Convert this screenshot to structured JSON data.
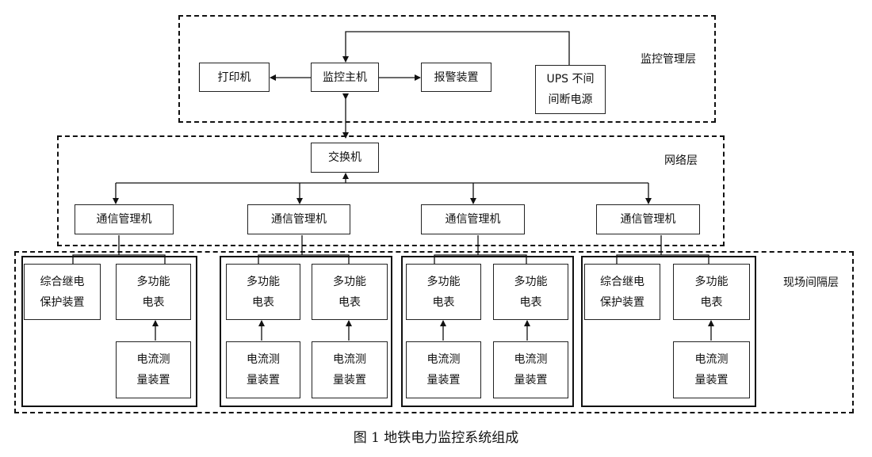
{
  "layers": {
    "monitoring": "监控管理层",
    "network": "网络层",
    "field": "现场间隔层"
  },
  "monitoring_layer": {
    "printer": "打印机",
    "host": "监控主机",
    "alarm": "报警装置",
    "ups": "UPS 不间\n间断电源"
  },
  "network_layer": {
    "switch": "交换机",
    "comm_managers": [
      "通信管理机",
      "通信管理机",
      "通信管理机",
      "通信管理机"
    ]
  },
  "field_layer": {
    "groups": [
      {
        "top_boxes": [
          "综合继电\n保护装置",
          "多功能\n电表"
        ],
        "bottom_boxes": [
          "",
          "电流测\n量装置"
        ]
      },
      {
        "top_boxes": [
          "多功能\n电表",
          "多功能\n电表"
        ],
        "bottom_boxes": [
          "电流测\n量装置",
          "电流测\n量装置"
        ]
      },
      {
        "top_boxes": [
          "多功能\n电表",
          "多功能\n电表"
        ],
        "bottom_boxes": [
          "电流测\n量装置",
          "电流测\n量装置"
        ]
      },
      {
        "top_boxes": [
          "综合继电\n保护装置",
          "多功能\n电表"
        ],
        "bottom_boxes": [
          "",
          "电流测\n量装置"
        ]
      }
    ]
  },
  "caption": "图 1  地铁电力监控系统组成"
}
